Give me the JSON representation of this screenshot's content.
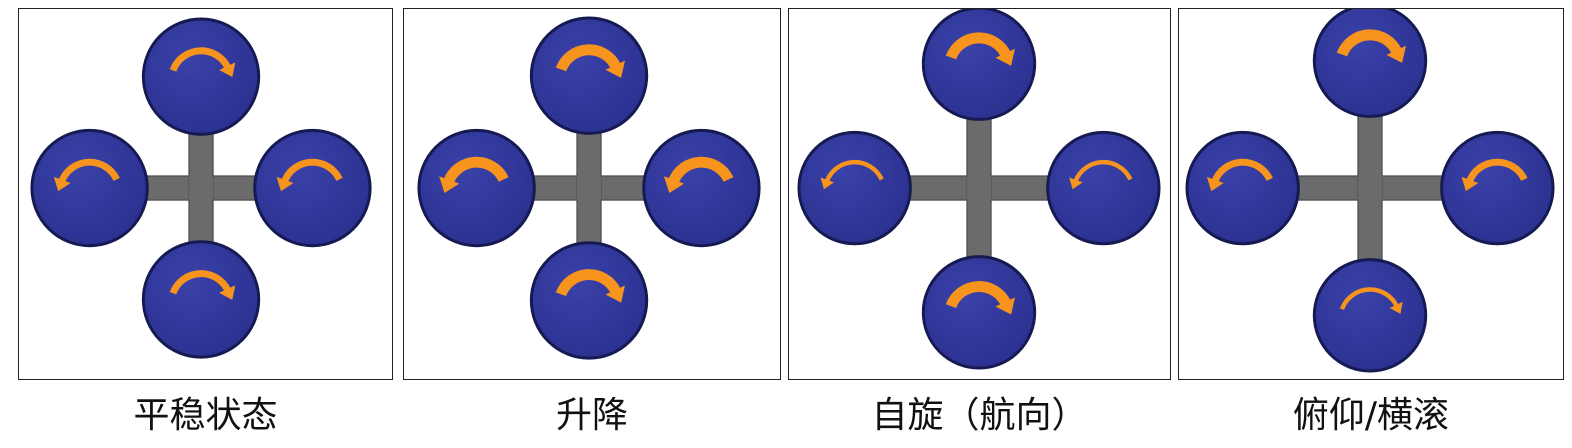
{
  "colors": {
    "rotor_fill": "#2b3190",
    "rotor_edge": "#161a52",
    "arm": "#6b6b6b",
    "arrow": "#f7941d"
  },
  "panels": [
    {
      "caption": "平稳状态",
      "rotors": [
        {
          "position": "top",
          "direction": "cw",
          "thrust": "normal"
        },
        {
          "position": "left",
          "direction": "ccw",
          "thrust": "normal"
        },
        {
          "position": "right",
          "direction": "ccw",
          "thrust": "normal"
        },
        {
          "position": "bottom",
          "direction": "cw",
          "thrust": "normal"
        }
      ]
    },
    {
      "caption": "升降",
      "rotors": [
        {
          "position": "top",
          "direction": "cw",
          "thrust": "high"
        },
        {
          "position": "left",
          "direction": "ccw",
          "thrust": "high"
        },
        {
          "position": "right",
          "direction": "ccw",
          "thrust": "high"
        },
        {
          "position": "bottom",
          "direction": "cw",
          "thrust": "high"
        }
      ]
    },
    {
      "caption": "自旋（航向）",
      "rotors": [
        {
          "position": "top",
          "direction": "cw",
          "thrust": "high"
        },
        {
          "position": "left",
          "direction": "ccw",
          "thrust": "low"
        },
        {
          "position": "right",
          "direction": "ccw",
          "thrust": "low"
        },
        {
          "position": "bottom",
          "direction": "cw",
          "thrust": "high"
        }
      ]
    },
    {
      "caption": "俯仰/横滚",
      "rotors": [
        {
          "position": "top",
          "direction": "cw",
          "thrust": "high"
        },
        {
          "position": "left",
          "direction": "ccw",
          "thrust": "normal"
        },
        {
          "position": "right",
          "direction": "ccw",
          "thrust": "normal"
        },
        {
          "position": "bottom",
          "direction": "cw",
          "thrust": "low"
        }
      ]
    }
  ]
}
